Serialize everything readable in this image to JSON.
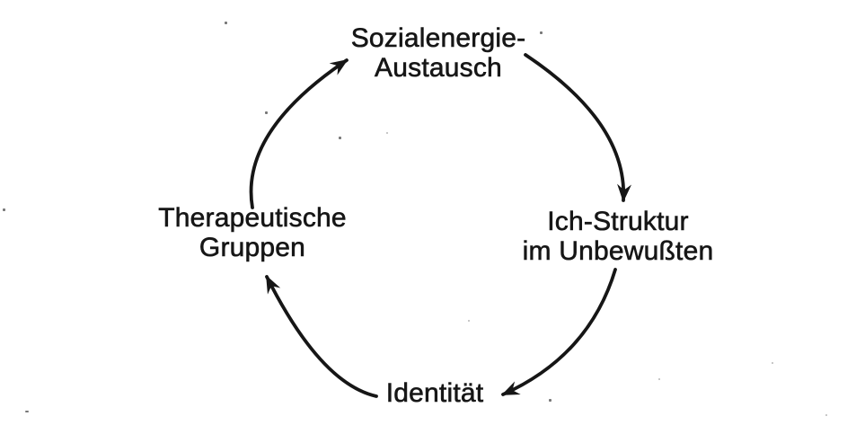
{
  "figure": {
    "type": "cycle-diagram",
    "background_color": "#ffffff",
    "ink_color": "#161616",
    "nodes": [
      {
        "id": "sozialenergie-austausch",
        "lines": [
          "Sozialenergie-",
          "Austausch"
        ]
      },
      {
        "id": "ich-struktur-im-unbewussten",
        "lines": [
          "Ich-Struktur",
          "im Unbewußten"
        ]
      },
      {
        "id": "identitaet",
        "lines": [
          "Identität"
        ]
      },
      {
        "id": "therapeutische-gruppen",
        "lines": [
          "Therapeutische",
          "Gruppen"
        ]
      }
    ],
    "edges": [
      {
        "from": "sozialenergie-austausch",
        "to": "ich-struktur-im-unbewussten",
        "direction": "clockwise"
      },
      {
        "from": "ich-struktur-im-unbewussten",
        "to": "identitaet",
        "direction": "clockwise"
      },
      {
        "from": "identitaet",
        "to": "therapeutische-gruppen",
        "direction": "clockwise"
      },
      {
        "from": "therapeutische-gruppen",
        "to": "sozialenergie-austausch",
        "direction": "clockwise"
      }
    ]
  }
}
